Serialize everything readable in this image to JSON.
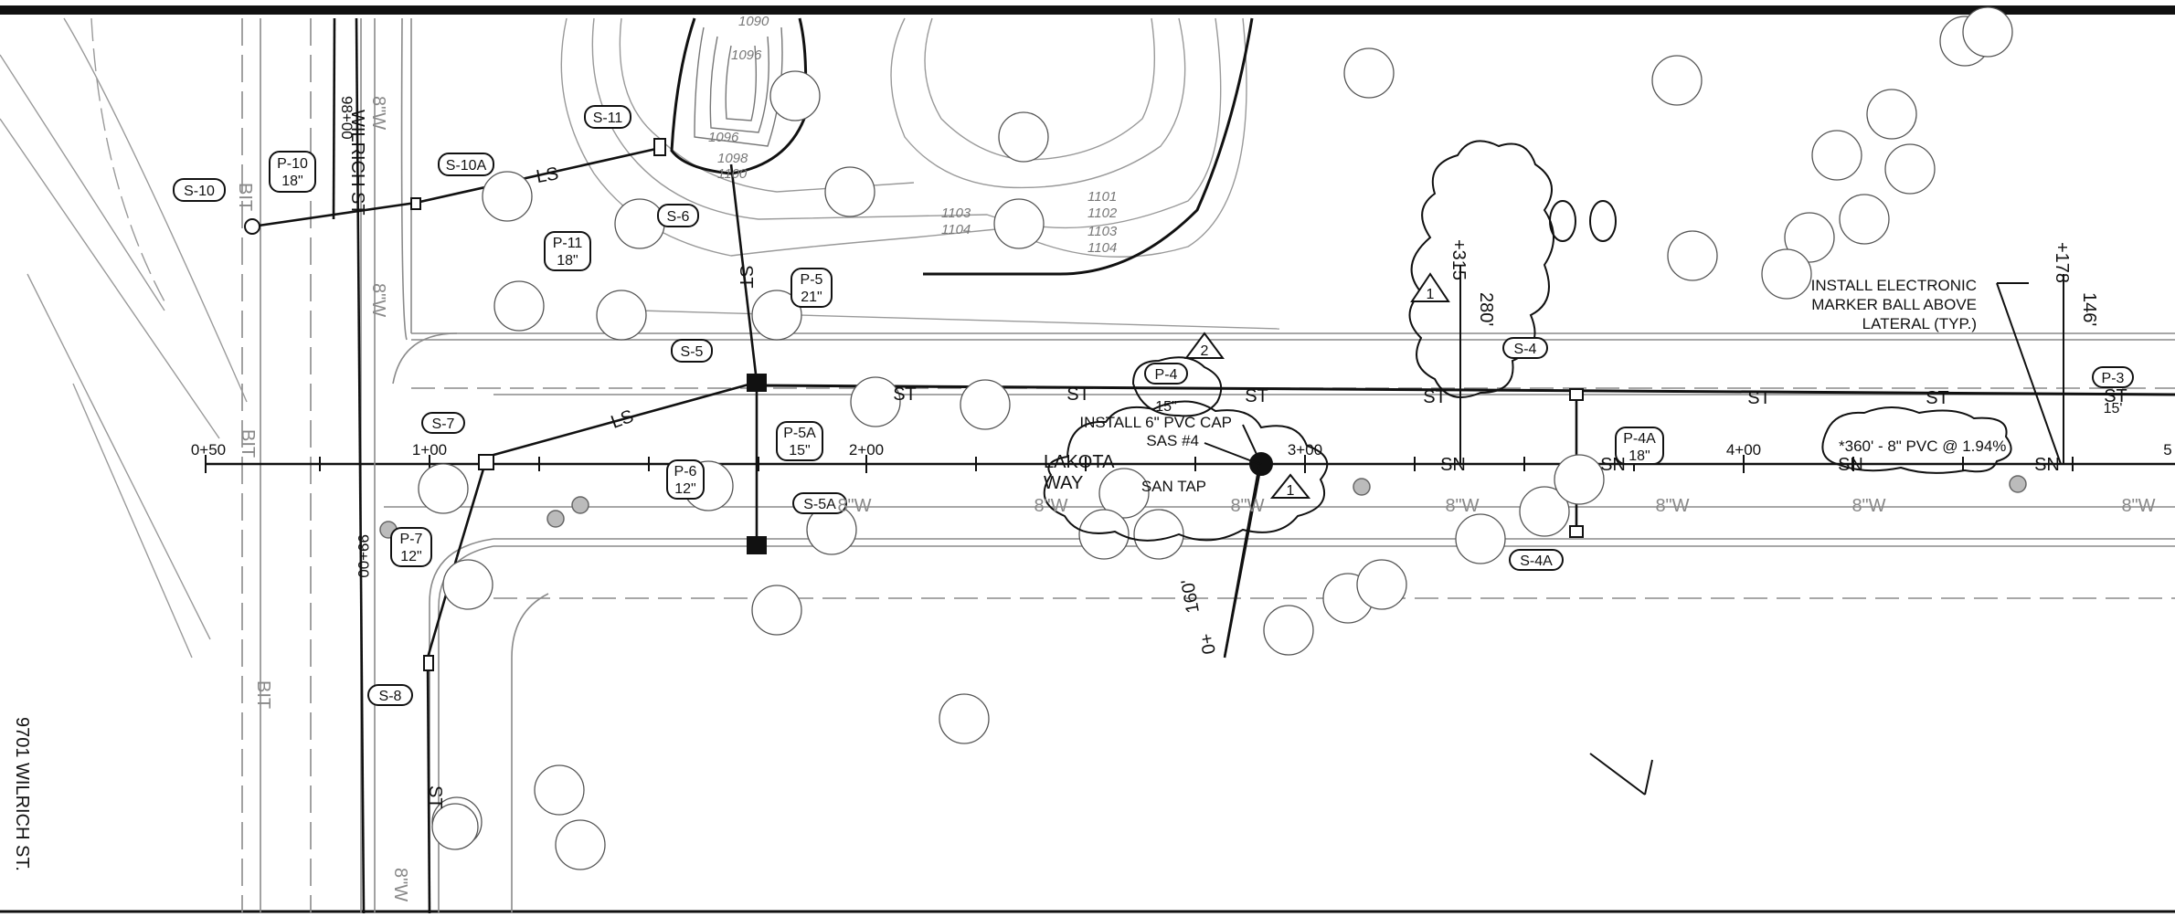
{
  "sheet": {
    "address": "9701 WILRICH ST.",
    "streets": [
      "WILRICH ST",
      "LAKOTA WAY"
    ],
    "street_offset_label": "98+00",
    "station_right_label": "99+00"
  },
  "tags": {
    "S-10": "S-10",
    "S-10A": "S-10A",
    "S-11": "S-11",
    "S-6": "S-6",
    "S-5": "S-5",
    "S-5A": "S-5A",
    "S-7": "S-7",
    "S-8": "S-8",
    "S-4": "S-4",
    "S-4A": "S-4A",
    "P-10": [
      "P-10",
      "18\""
    ],
    "P-11": [
      "P-11",
      "18\""
    ],
    "P-5": [
      "P-5",
      "21\""
    ],
    "P-5A": [
      "P-5A",
      "15\""
    ],
    "P-6": [
      "P-6",
      "12\""
    ],
    "P-7": [
      "P-7",
      "12\""
    ],
    "P-4": [
      "P-4",
      "15\""
    ],
    "P-4A": [
      "P-4A",
      "18\""
    ],
    "P-3": [
      "P-3",
      "15'"
    ]
  },
  "stations": [
    "0+50",
    "1+00",
    "2+00",
    "3+00",
    "4+00",
    "5"
  ],
  "notes": {
    "install_cap": "INSTALL 6\" PVC CAP",
    "sas": "SAS #4",
    "san_tap": "SAN TAP",
    "marker_ball": [
      "INSTALL ELECTRONIC",
      "MARKER BALL ABOVE",
      "LATERAL (TYP.)"
    ],
    "pvc_run": "*360' - 8\" PVC @ 1.94%",
    "lakota": [
      "LAKOTA",
      "WAY"
    ]
  },
  "dimensions": {
    "d315": "+315",
    "d280": "280'",
    "d178": "+178",
    "d146": "146'",
    "d160": "160'",
    "d0": "0+"
  },
  "revisions": {
    "r1": "1",
    "r2": "2"
  },
  "line_labels": {
    "st": "ST",
    "sn": "SN",
    "w8": "8\"W",
    "bit": "BIT",
    "ls": "LS"
  },
  "contours": [
    "1090",
    "1096",
    "1098",
    "1100",
    "1101",
    "1102",
    "1103",
    "1104"
  ],
  "colors": {
    "ink": "#111111",
    "gray": "#8a8a8a",
    "light": "#bdbdbd"
  }
}
